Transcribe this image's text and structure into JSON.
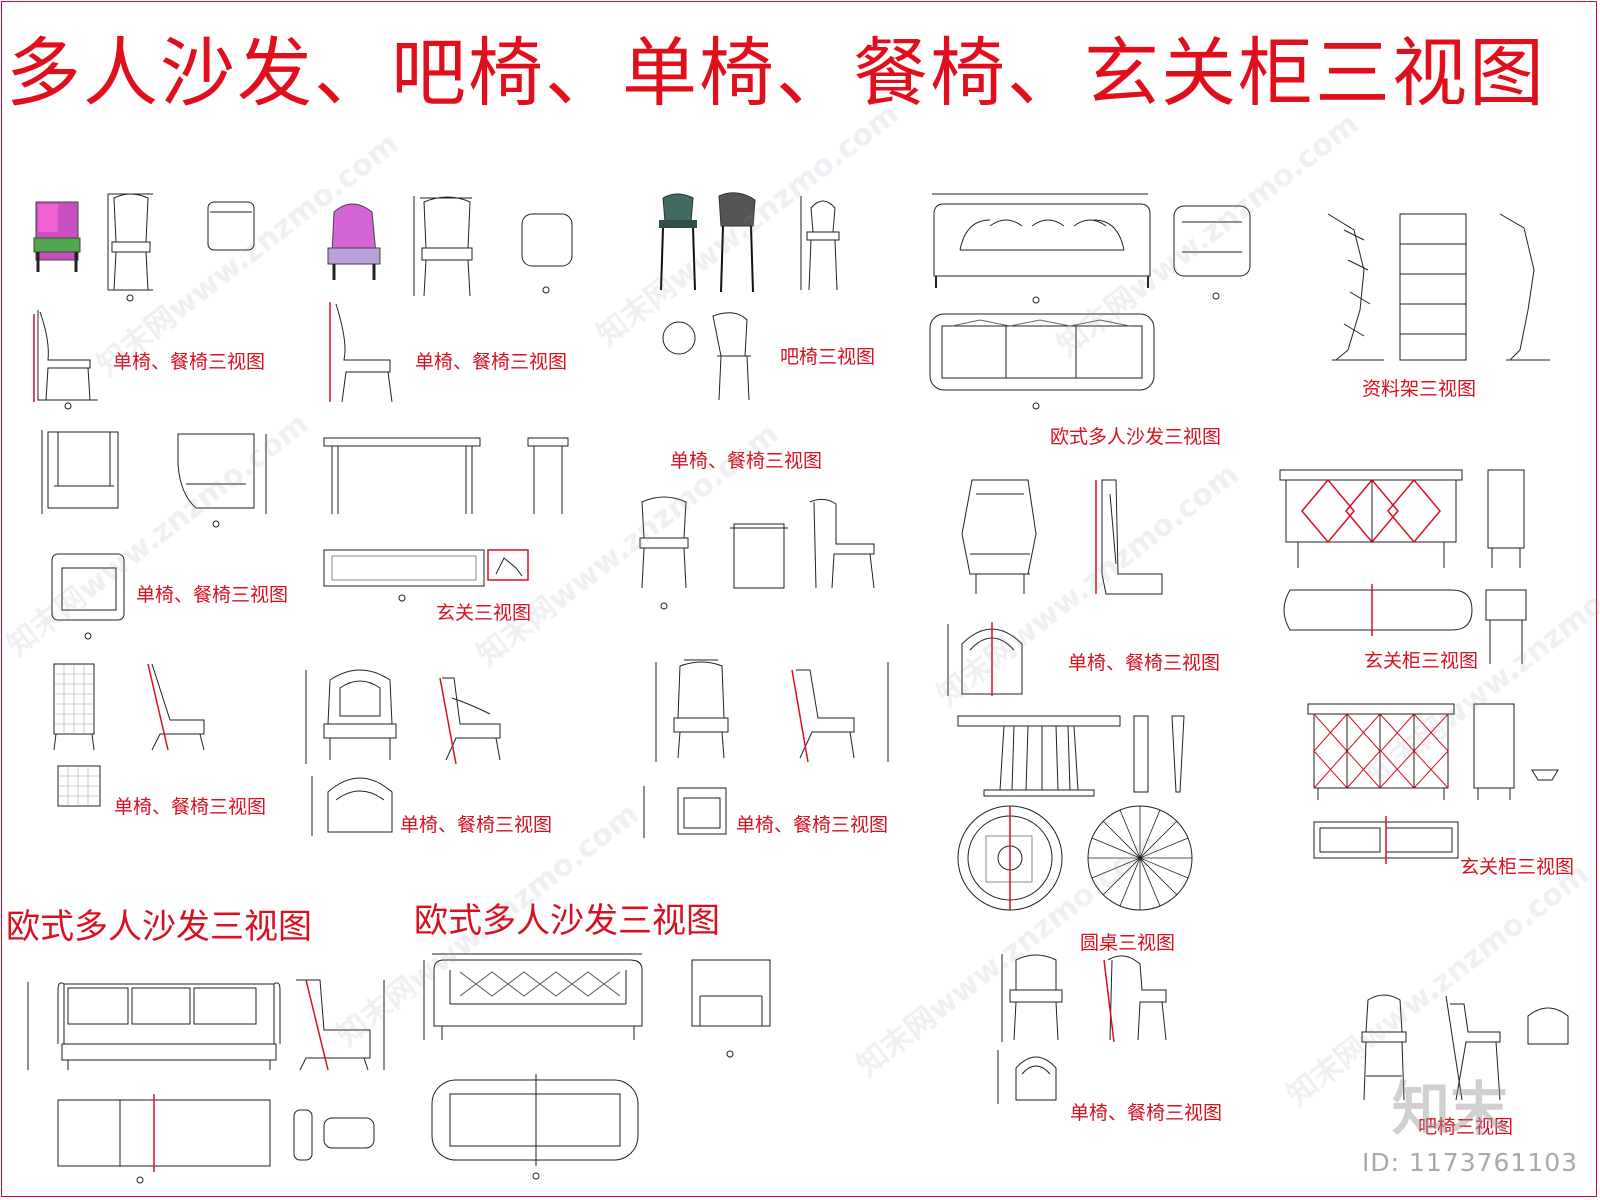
{
  "title": "多人沙发、吧椅、单椅、餐椅、玄关柜三视图",
  "labels": {
    "chair1": "单椅、餐椅三视图",
    "chair2": "单椅、餐椅三视图",
    "bar1": "吧椅三视图",
    "sofa_top": "欧式多人沙发三视图",
    "rack": "资料架三视图",
    "chair3": "单椅、餐椅三视图",
    "foyer": "玄关三视图",
    "chair4": "单椅、餐椅三视图",
    "chair5": "单椅、餐椅三视图",
    "cabinet1": "玄关柜三视图",
    "chair6": "单椅、餐椅三视图",
    "chair7": "单椅、餐椅三视图",
    "chair8": "单椅、餐椅三视图",
    "cabinet2": "玄关柜三视图",
    "sofa_left": "欧式多人沙发三视图",
    "sofa_mid": "欧式多人沙发三视图",
    "round_table": "圆桌三视图",
    "chair9": "单椅、餐椅三视图",
    "bar2": "吧椅三视图"
  },
  "watermark_text": "知末网www.znzmo.com",
  "logo_text": "知末",
  "id_text": "ID: 1173761103",
  "colors": {
    "title_red": "#e10e1c",
    "line_dark": "#222222",
    "accent_red": "#d81020"
  }
}
